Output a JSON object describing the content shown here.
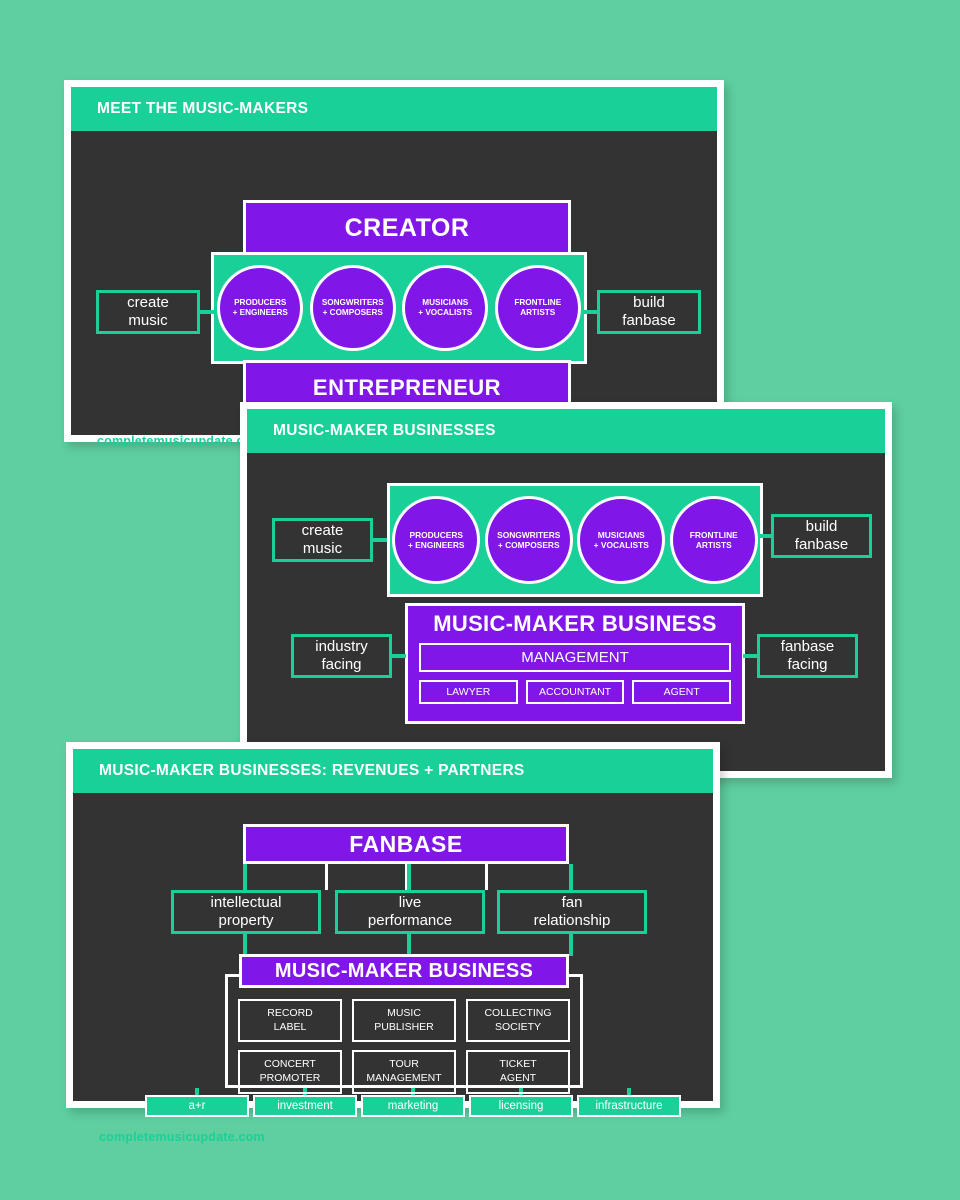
{
  "brand": {
    "url": "completemusicupdate.com",
    "colors": {
      "background": "#5fcfa0",
      "accent_green": "#19d099",
      "purple": "#8016e8",
      "panel_dark": "#333333",
      "frame_white": "#ffffff"
    }
  },
  "panels": [
    {
      "id": "meet-the-music-makers",
      "title": "MEET THE MUSIC-MAKERS",
      "top_bar": "CREATOR",
      "bottom_bar": "ENTREPRENEUR",
      "circles": [
        {
          "line1": "PRODUCERS",
          "line2": "+ ENGINEERS"
        },
        {
          "line1": "SONGWRITERS",
          "line2": "+ COMPOSERS"
        },
        {
          "line1": "MUSICIANS",
          "line2": "+ VOCALISTS"
        },
        {
          "line1": "FRONTLINE",
          "line2": "ARTISTS"
        }
      ],
      "left_tag": {
        "line1": "create",
        "line2": "music"
      },
      "right_tag": {
        "line1": "build",
        "line2": "fanbase"
      },
      "footer_url": "completemusicupdate.com"
    },
    {
      "id": "music-maker-businesses",
      "title": "MUSIC-MAKER BUSINESSES",
      "circles": [
        {
          "line1": "PRODUCERS",
          "line2": "+ ENGINEERS"
        },
        {
          "line1": "SONGWRITERS",
          "line2": "+ COMPOSERS"
        },
        {
          "line1": "MUSICIANS",
          "line2": "+ VOCALISTS"
        },
        {
          "line1": "FRONTLINE",
          "line2": "ARTISTS"
        }
      ],
      "business_title": "MUSIC-MAKER BUSINESS",
      "management_label": "MANAGEMENT",
      "roles": [
        "LAWYER",
        "ACCOUNTANT",
        "AGENT"
      ],
      "left_tag_top": {
        "line1": "create",
        "line2": "music"
      },
      "right_tag_top": {
        "line1": "build",
        "line2": "fanbase"
      },
      "left_tag_bottom": {
        "line1": "industry",
        "line2": "facing"
      },
      "right_tag_bottom": {
        "line1": "fanbase",
        "line2": "facing"
      }
    },
    {
      "id": "revenues-partners",
      "title": "MUSIC-MAKER BUSINESSES: REVENUES + PARTNERS",
      "fanbase_bar": "FANBASE",
      "revenue_streams": [
        {
          "line1": "intellectual",
          "line2": "property"
        },
        {
          "line1": "live",
          "line2": "performance"
        },
        {
          "line1": "fan",
          "line2": "relationship"
        }
      ],
      "business_title": "MUSIC-MAKER BUSINESS",
      "business_units": [
        {
          "line1": "RECORD",
          "line2": "LABEL"
        },
        {
          "line1": "MUSIC",
          "line2": "PUBLISHER"
        },
        {
          "line1": "COLLECTING",
          "line2": "SOCIETY"
        },
        {
          "line1": "CONCERT",
          "line2": "PROMOTER"
        },
        {
          "line1": "TOUR",
          "line2": "MANAGEMENT"
        },
        {
          "line1": "TICKET",
          "line2": "AGENT"
        }
      ],
      "partners": [
        "a+r",
        "investment",
        "marketing",
        "licensing",
        "infrastructure"
      ],
      "footer_url": "completemusicupdate.com"
    }
  ]
}
